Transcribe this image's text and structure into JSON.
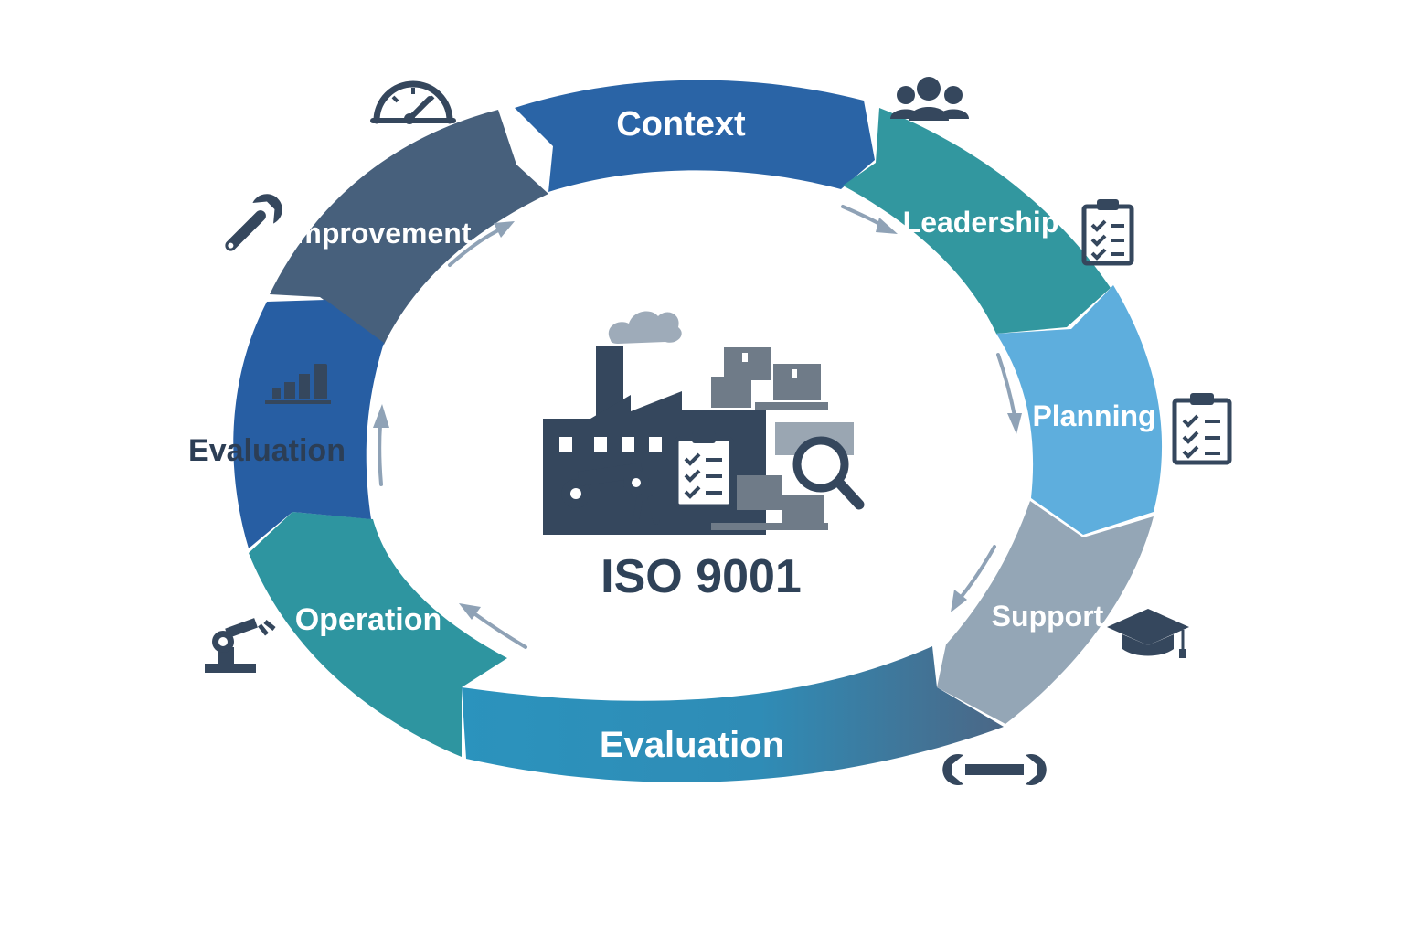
{
  "center": {
    "title": "ISO 9001"
  },
  "segments": [
    {
      "id": "context",
      "label": "Context",
      "color": "#2a64a6"
    },
    {
      "id": "leadership",
      "label": "Leadership",
      "color": "#32979f"
    },
    {
      "id": "planning",
      "label": "Planning",
      "color": "#5eaedd"
    },
    {
      "id": "support",
      "label": "Support",
      "color": "#94a6b6"
    },
    {
      "id": "evaluation-bottom",
      "label": "Evaluation",
      "color_start": "#2b93bd",
      "color_end": "#4b6786"
    },
    {
      "id": "operation",
      "label": "Operation",
      "color": "#2e95a0"
    },
    {
      "id": "evaluation-left",
      "label": "Evaluation",
      "color": "#275ea3"
    },
    {
      "id": "improvement",
      "label": "Improvement",
      "color": "#47607c"
    }
  ],
  "colors": {
    "icon": "#35475d",
    "arrow": "#8fa2b6",
    "title": "#2f4258",
    "evaluation_left_text": "#2c3e55"
  },
  "icons": [
    "gauge-icon",
    "people-icon",
    "clipboard-icon",
    "wrench-icon",
    "bar-chart-icon",
    "graduation-cap-icon",
    "robot-arm-icon",
    "factory-icon",
    "magnifier-icon",
    "boxes-icon"
  ]
}
